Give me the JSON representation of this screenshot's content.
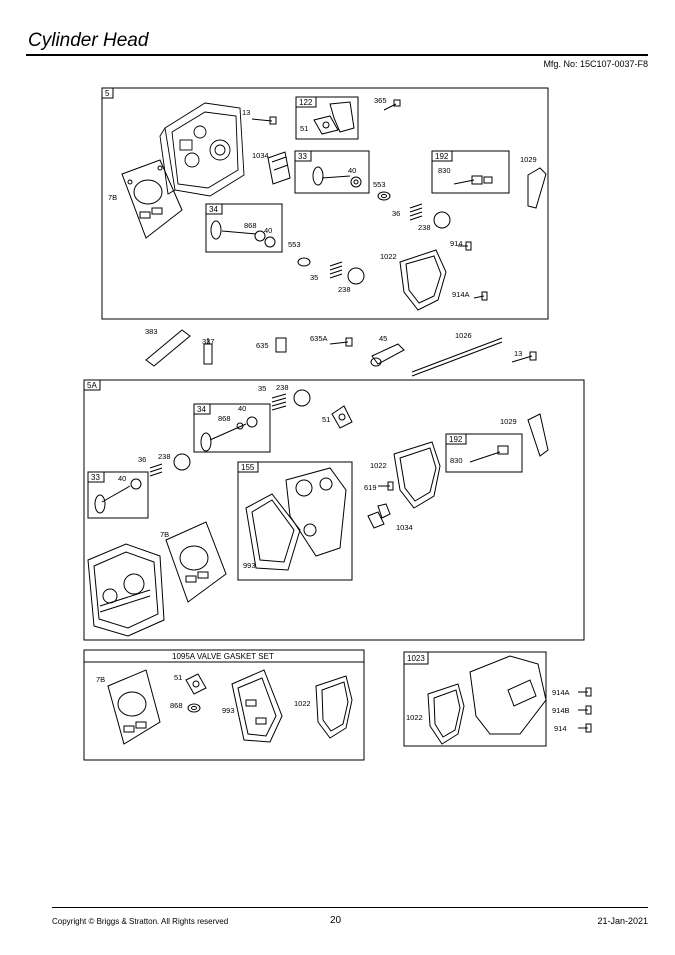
{
  "page": {
    "title": "Cylinder Head",
    "mfg_number": "Mfg. No: 15C107-0037-F8"
  },
  "footer": {
    "copyright": "Copyright © Briggs & Stratton. All Rights reserved",
    "page_number": "20",
    "date": "21-Jan-2021"
  },
  "groups": {
    "g5": "5",
    "g5a": "5A",
    "valve_gasket_set": "1095A VALVE GASKET SET",
    "g1023": "1023"
  },
  "sub_boxes": {
    "b122": "122",
    "b33": "33",
    "b192": "192",
    "b34": "34",
    "b34b": "34",
    "b192b": "192",
    "b33b": "33",
    "b155": "155"
  },
  "part_labels": {
    "p13": "13",
    "p51": "51",
    "p365": "365",
    "p1034": "1034",
    "p40": "40",
    "p553": "553",
    "p36": "36",
    "p238": "238",
    "p830": "830",
    "p1029": "1029",
    "p7b": "7B",
    "p868": "868",
    "p40b": "40",
    "p553b": "553",
    "p35": "35",
    "p238b": "238",
    "p1022": "1022",
    "p914": "914",
    "p914a": "914A",
    "p383": "383",
    "p337": "337",
    "p635": "635",
    "p635a": "635A",
    "p45": "45",
    "p1026": "1026",
    "p13b": "13",
    "q35": "35",
    "q238": "238",
    "q40": "40",
    "q868": "868",
    "q51": "51",
    "q1029": "1029",
    "q36": "36",
    "q238b": "238",
    "q40b": "40",
    "q830": "830",
    "q1022": "1022",
    "q619": "619",
    "q1034": "1034",
    "q7b": "7B",
    "q993": "993",
    "r7b": "7B",
    "r51": "51",
    "r868": "868",
    "r993": "993",
    "r1022": "1022",
    "s1022": "1022",
    "s914a": "914A",
    "s914b": "914B",
    "s914": "914"
  }
}
